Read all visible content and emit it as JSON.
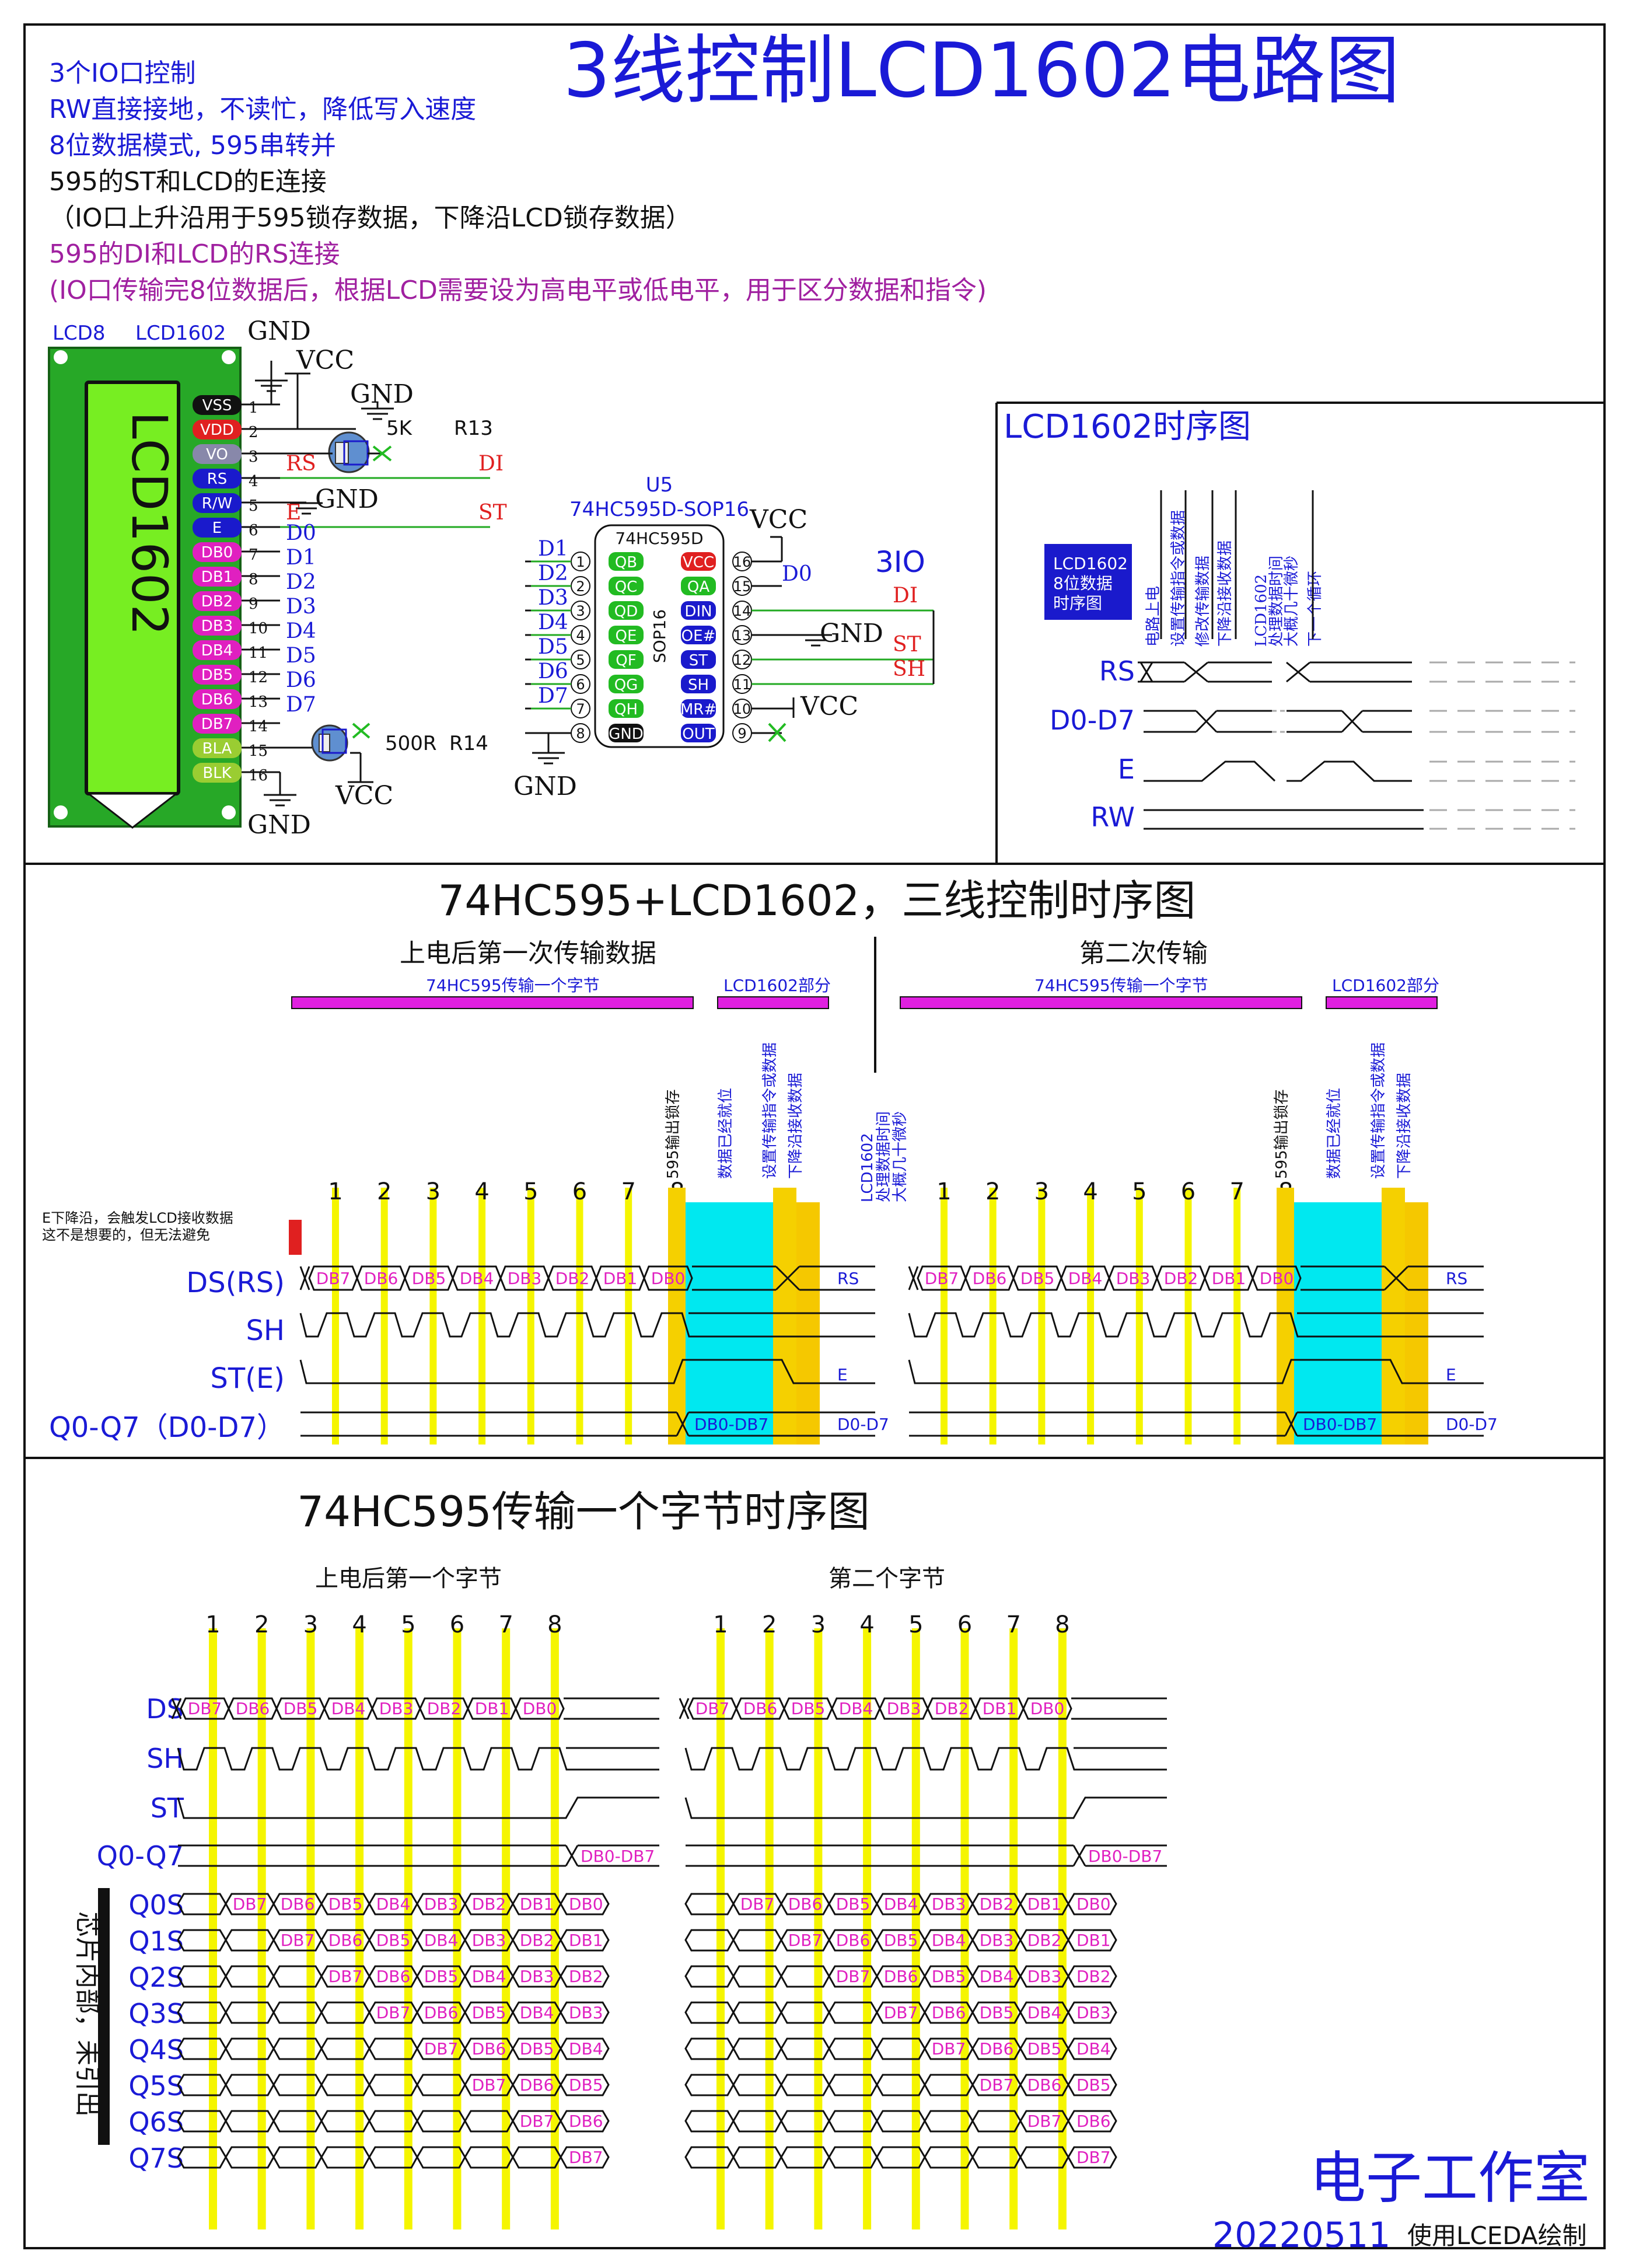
{
  "title": "3线控制LCD1602电路图",
  "notes": [
    {
      "text": "3个IO口控制",
      "color": "#1a1ad6"
    },
    {
      "text": "RW直接接地，不读忙，降低写入速度",
      "color": "#1a1ad6"
    },
    {
      "text": "8位数据模式, 595串转并",
      "color": "#1a1ad6"
    },
    {
      "text": "595的ST和LCD的E连接",
      "color": "#111111"
    },
    {
      "text": "（IO口上升沿用于595锁存数据，下降沿LCD锁存数据）",
      "color": "#111111"
    },
    {
      "text": "595的DI和LCD的RS连接",
      "color": "#a020a0"
    },
    {
      "text": "(IO口传输完8位数据后，根据LCD需要设为高电平或低电平，用于区分数据和指令)",
      "color": "#a020a0"
    }
  ],
  "lcd": {
    "ref": "LCD8",
    "part": "LCD1602",
    "screen_text": "LCD1602",
    "pins": [
      "VSS",
      "VDD",
      "VO",
      "RS",
      "R/W",
      "E",
      "DB0",
      "DB1",
      "DB2",
      "DB3",
      "DB4",
      "DB5",
      "DB6",
      "DB7",
      "BLA",
      "BLK"
    ],
    "pin_numbers": [
      "1",
      "2",
      "3",
      "4",
      "5",
      "6",
      "7",
      "8",
      "9",
      "10",
      "11",
      "12",
      "13",
      "14",
      "15",
      "16"
    ],
    "pin_colors": [
      "#111111",
      "#e02020",
      "#8888aa",
      "#1a1acc",
      "#1a1acc",
      "#1a1acc",
      "#e020c0",
      "#e020c0",
      "#e020c0",
      "#e020c0",
      "#e020c0",
      "#e020c0",
      "#e020c0",
      "#e020c0",
      "#9acd32",
      "#9acd32"
    ],
    "net_labels": [
      "RS",
      "E",
      "D0",
      "D1",
      "D2",
      "D3",
      "D4",
      "D5",
      "D6",
      "D7"
    ],
    "gnd": "GND",
    "vcc": "VCC",
    "pot1": {
      "value": "5K",
      "ref": "R13"
    },
    "pot2": {
      "value": "500R",
      "ref": "R14"
    },
    "wire_labels": [
      "DI",
      "ST"
    ]
  },
  "chip": {
    "ref": "U5",
    "part": "74HC595D-SOP16",
    "body": "74HC595D",
    "pkg": "SOP16",
    "left_pins": [
      "QB",
      "QC",
      "QD",
      "QE",
      "QF",
      "QG",
      "QH",
      "GND"
    ],
    "left_nums": [
      "1",
      "2",
      "3",
      "4",
      "5",
      "6",
      "7",
      "8"
    ],
    "left_colors": [
      "#22bb22",
      "#22bb22",
      "#22bb22",
      "#22bb22",
      "#22bb22",
      "#22bb22",
      "#22bb22",
      "#111111"
    ],
    "right_pins": [
      "VCC",
      "QA",
      "DIN",
      "OE#",
      "ST",
      "SH",
      "MR#",
      "OUT"
    ],
    "right_nums": [
      "16",
      "15",
      "14",
      "13",
      "12",
      "11",
      "10",
      "9"
    ],
    "right_colors": [
      "#e02020",
      "#22bb22",
      "#1a1acc",
      "#1a1acc",
      "#1a1acc",
      "#1a1acc",
      "#1a1acc",
      "#1a1acc"
    ],
    "left_nets": [
      "D1",
      "D2",
      "D3",
      "D4",
      "D5",
      "D6",
      "D7"
    ],
    "vcc": "VCC",
    "gnd": "GND",
    "qa_net": "D0",
    "oe_gnd": "GND",
    "mr_vcc": "VCC",
    "io_title": "3IO",
    "io_labels": [
      "DI",
      "ST",
      "SH"
    ]
  },
  "lcd_timing": {
    "title": "LCD1602时序图",
    "box": [
      "LCD1602",
      "8位数据",
      "时序图"
    ],
    "phases": [
      "电路上电",
      "设置传输指令或数据",
      "修改传输数据",
      "下降沿接收数据",
      "LCD1602\n处理数据时间\n大概几十微秒",
      "下一个循环"
    ],
    "signals": [
      "RS",
      "D0-D7",
      "E",
      "RW"
    ]
  },
  "mid_timing": {
    "title": "74HC595+LCD1602，三线控制时序图",
    "first_label": "上电后第一次传输数据",
    "second_label": "第二次传输",
    "bar1": "74HC595传输一个字节",
    "bar2": "LCD1602部分",
    "vtexts": [
      "595输出锁存",
      "数据已经就位",
      "设置传输指令或数据",
      "下降沿接收数据"
    ],
    "lcd_proc": [
      "LCD1602",
      "处理数据时间",
      "大概几十微秒"
    ],
    "clock_nums": [
      "1",
      "2",
      "3",
      "4",
      "5",
      "6",
      "7",
      "8"
    ],
    "bits": [
      "DB7",
      "DB6",
      "DB5",
      "DB4",
      "DB3",
      "DB2",
      "DB1",
      "DB0"
    ],
    "note": [
      "E下降沿，会触发LCD接收数据",
      "这不是想要的，但无法避免"
    ],
    "signals": [
      "DS(RS)",
      "SH",
      "ST(E)",
      "Q0-Q7（D0-D7）"
    ],
    "end_labels": [
      "RS",
      "E",
      "D0-D7"
    ],
    "q_label": "DB0-DB7"
  },
  "byte_timing": {
    "title": "74HC595传输一个字节时序图",
    "first_label": "上电后第一个字节",
    "second_label": "第二个字节",
    "clock_nums": [
      "1",
      "2",
      "3",
      "4",
      "5",
      "6",
      "7",
      "8"
    ],
    "bits": [
      "DB7",
      "DB6",
      "DB5",
      "DB4",
      "DB3",
      "DB2",
      "DB1",
      "DB0"
    ],
    "signals": [
      "DS",
      "SH",
      "ST",
      "Q0-Q7"
    ],
    "q_label": "DB0-DB7",
    "internal": [
      "Q0S",
      "Q1S",
      "Q2S",
      "Q3S",
      "Q4S",
      "Q5S",
      "Q6S",
      "Q7S"
    ],
    "internal_note": "芯片内部，未引出"
  },
  "footer": {
    "studio": "电子工作室",
    "date": "20220511",
    "tool": "使用LCEDA绘制"
  }
}
